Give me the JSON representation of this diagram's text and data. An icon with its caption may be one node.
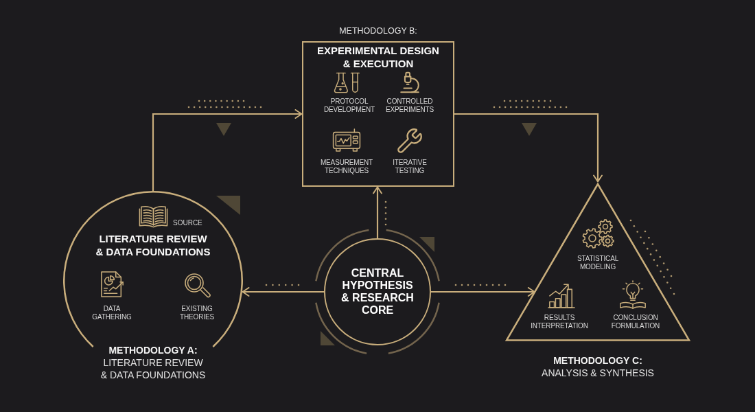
{
  "diagram": {
    "nodes": [
      {
        "text": [
          "METHODOLOGY B:",
          "EXPERIMENTAL DESIGN & EXECUTION",
          "PROTOCOL DEVELOPMENT",
          "CONTROLLED EXPERIMENTS",
          "MEASUREMENT TECHNIQUES",
          "ITERATIVE TESTING"
        ]
      },
      {
        "text": [
          "SOURCE",
          "LITERATURE REVIEW & DATA FOUNDATIONS",
          "DATA GATHERING",
          "EXISTING THEORIES",
          "METHODOLOGY A:",
          "LITERATURE REVIEW & DATA FOUNDATIONS"
        ]
      },
      {
        "text": [
          "CENTRAL HYPOTHESIS & RESEARCH CORE"
        ]
      },
      {
        "text": [
          "STATISTICAL MODELING",
          "RESULTS INTERPRETATION",
          "CONCLUSION FORMULATION",
          "METHODOLOGY C:",
          "ANALYSIS & SYNTHESIS"
        ]
      }
    ],
    "edges": [
      {
        "from": 1,
        "to": 0,
        "arrow": "to"
      },
      {
        "from": 0,
        "to": 3,
        "arrow": "to"
      },
      {
        "from": 2,
        "to": 0,
        "arrow": "to"
      },
      {
        "from": 2,
        "to": 1,
        "arrow": "to"
      },
      {
        "from": 2,
        "to": 3,
        "arrow": "to"
      }
    ]
  }
}
